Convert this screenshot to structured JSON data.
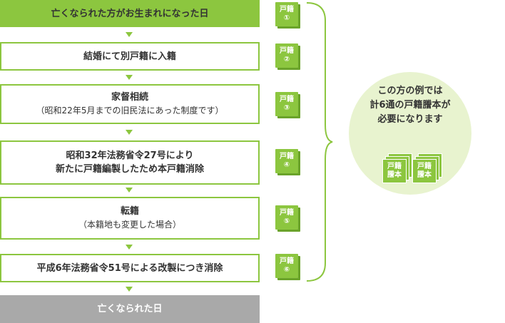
{
  "steps": [
    {
      "text": "亡くなられた方がお生まれになった日"
    },
    {
      "text": "結婚にて別戸籍に入籍"
    },
    {
      "text": "家督相続",
      "sub": "（昭和22年5月までの旧民法にあった制度です）"
    },
    {
      "text": "昭和32年法務省令27号により",
      "text2": "新たに戸籍編製したため本戸籍消除"
    },
    {
      "text": "転籍",
      "sub": "（本籍地も変更した場合）"
    },
    {
      "text": "平成6年法務省令51号による改製につき消除"
    },
    {
      "text": "亡くなられた日"
    }
  ],
  "badges": [
    {
      "top": "戸籍",
      "num": "①"
    },
    {
      "top": "戸籍",
      "num": "②"
    },
    {
      "top": "戸籍",
      "num": "③"
    },
    {
      "top": "戸籍",
      "num": "④"
    },
    {
      "top": "戸籍",
      "num": "⑤"
    },
    {
      "top": "戸籍",
      "num": "⑥"
    }
  ],
  "summary": {
    "line1": "この方の例では",
    "line2": "計6通の戸籍謄本が",
    "line3": "必要になります"
  },
  "doc_icon": {
    "line1": "戸籍",
    "line2": "謄本"
  },
  "colors": {
    "accent": "#8cc63f",
    "accent_dark": "#6aa32a",
    "circle": "#e8f3cf",
    "final": "#a9a9a9"
  }
}
